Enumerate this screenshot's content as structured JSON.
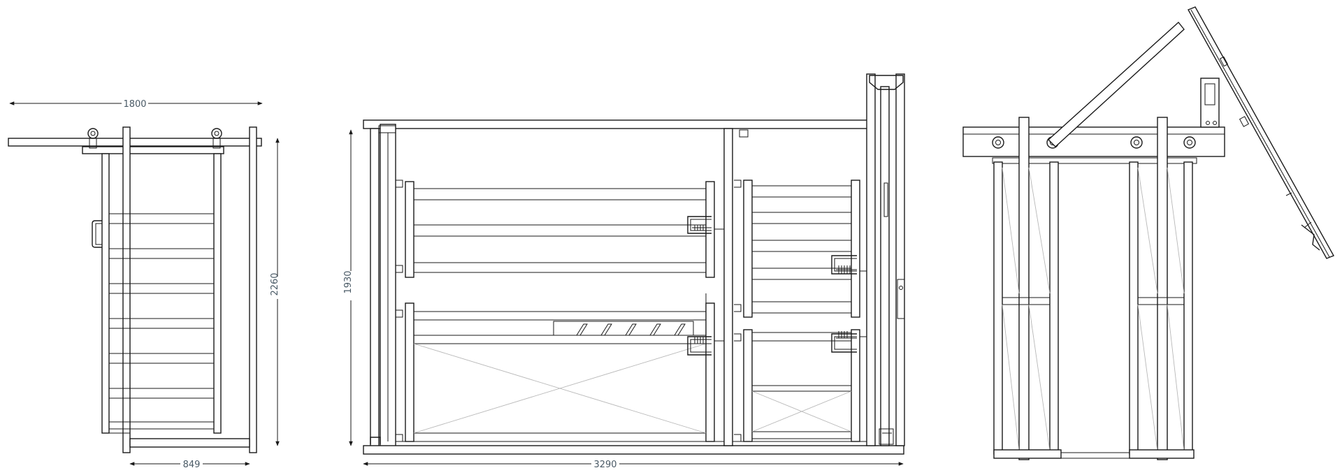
{
  "drawing": {
    "title": "",
    "side_view": {
      "width_label": "1800",
      "height_label": "2260",
      "depth_label": "849"
    },
    "front_view": {
      "length_label": "3290",
      "height_label": "1930"
    },
    "end_view": {}
  },
  "colors": {
    "line": "#1a1a1a",
    "dimension_text": "#4a5a66",
    "hidden_line": "#b8b8b8"
  }
}
